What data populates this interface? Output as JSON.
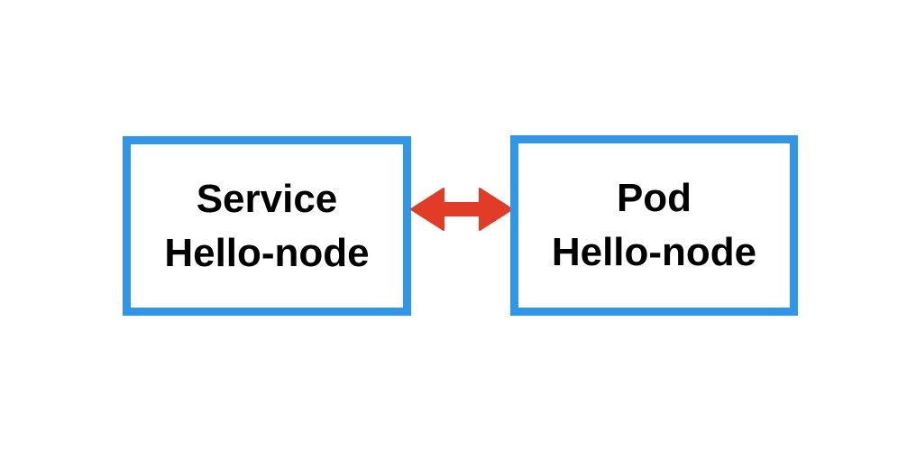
{
  "diagram": {
    "service_node": {
      "title": "Service",
      "name": "Hello-node"
    },
    "pod_node": {
      "title": "Pod",
      "name": "Hello-node"
    },
    "connector": {
      "kind": "bidirectional-arrow"
    }
  },
  "colors": {
    "box_border": "#2f96e8",
    "arrow": "#e23b26",
    "text": "#000000",
    "background": "#ffffff"
  }
}
